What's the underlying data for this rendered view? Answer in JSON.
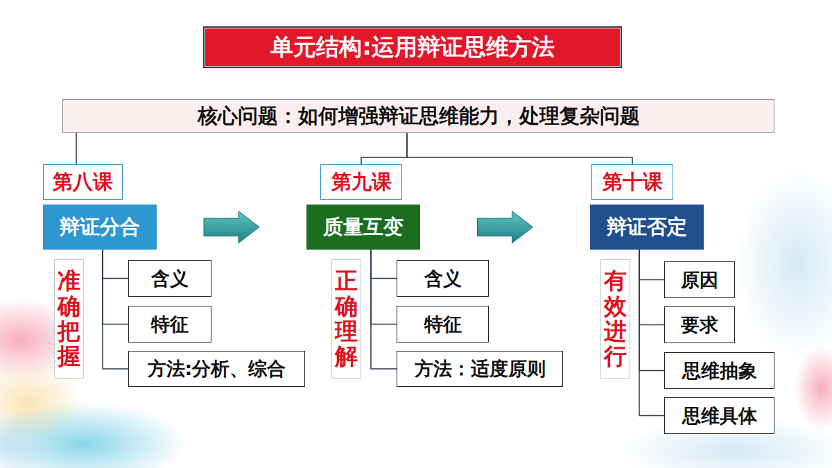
{
  "diagram": {
    "title": "单元结构:运用辩证思维方法",
    "nodes": [
      {
        "text": [
          "核心问题：如何增强辩证思维能力，处理复杂问题"
        ]
      },
      {
        "text": [
          "第八课"
        ]
      },
      {
        "text": [
          "辩证分合"
        ]
      },
      {
        "text": [
          "准确把握"
        ]
      },
      {
        "text": [
          "含义"
        ]
      },
      {
        "text": [
          "特征"
        ]
      },
      {
        "text": [
          "方法:分析、综合"
        ]
      },
      {
        "text": [
          "第九课"
        ]
      },
      {
        "text": [
          "质量互变"
        ]
      },
      {
        "text": [
          "正确理解"
        ]
      },
      {
        "text": [
          "含义"
        ]
      },
      {
        "text": [
          "特征"
        ]
      },
      {
        "text": [
          "方法：适度原则"
        ]
      },
      {
        "text": [
          "第十课"
        ]
      },
      {
        "text": [
          "辩证否定"
        ]
      },
      {
        "text": [
          "有效进行"
        ]
      },
      {
        "text": [
          "原因"
        ]
      },
      {
        "text": [
          "要求"
        ]
      },
      {
        "text": [
          "思维抽象"
        ]
      },
      {
        "text": [
          "思维具体"
        ]
      }
    ],
    "edges": [
      {
        "from": 0,
        "to": 1,
        "arrow": "none"
      },
      {
        "from": 0,
        "to": 7,
        "arrow": "none"
      },
      {
        "from": 0,
        "to": 13,
        "arrow": "none"
      },
      {
        "from": 2,
        "to": 8,
        "arrow": "to"
      },
      {
        "from": 8,
        "to": 14,
        "arrow": "to"
      },
      {
        "from": 2,
        "to": 4,
        "arrow": "none"
      },
      {
        "from": 2,
        "to": 5,
        "arrow": "none"
      },
      {
        "from": 2,
        "to": 6,
        "arrow": "none"
      },
      {
        "from": 8,
        "to": 10,
        "arrow": "none"
      },
      {
        "from": 8,
        "to": 11,
        "arrow": "none"
      },
      {
        "from": 8,
        "to": 12,
        "arrow": "none"
      },
      {
        "from": 14,
        "to": 16,
        "arrow": "none"
      },
      {
        "from": 14,
        "to": 17,
        "arrow": "none"
      },
      {
        "from": 14,
        "to": 18,
        "arrow": "none"
      },
      {
        "from": 14,
        "to": 19,
        "arrow": "none"
      }
    ]
  }
}
